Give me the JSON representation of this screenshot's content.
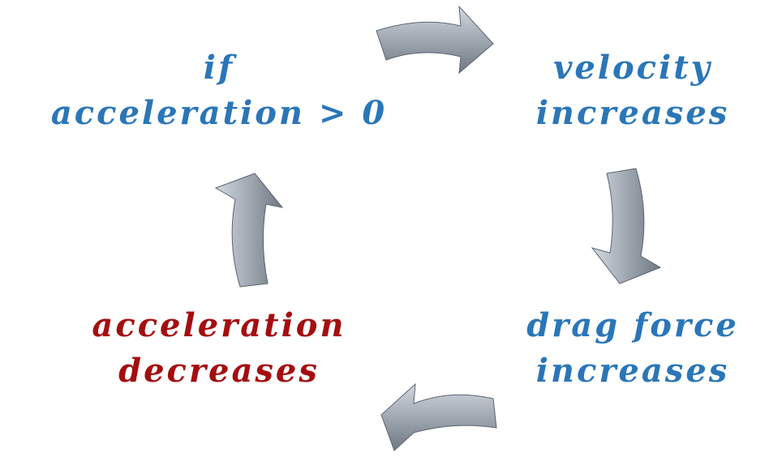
{
  "cycle": {
    "condition": {
      "line1": "if",
      "line2": "acceleration  > 0"
    },
    "velocity": {
      "line1": "velocity",
      "line2": "increases"
    },
    "drag": {
      "line1": "drag force",
      "line2": "increases"
    },
    "acceleration": {
      "line1": "acceleration",
      "line2": "decreases"
    }
  },
  "colors": {
    "blue_text": "#2a76b8",
    "red_text": "#a40d0f",
    "arrow_fill_dark": "#7e8792",
    "arrow_fill_light": "#c9ced6",
    "arrow_stroke": "#5b6470"
  }
}
